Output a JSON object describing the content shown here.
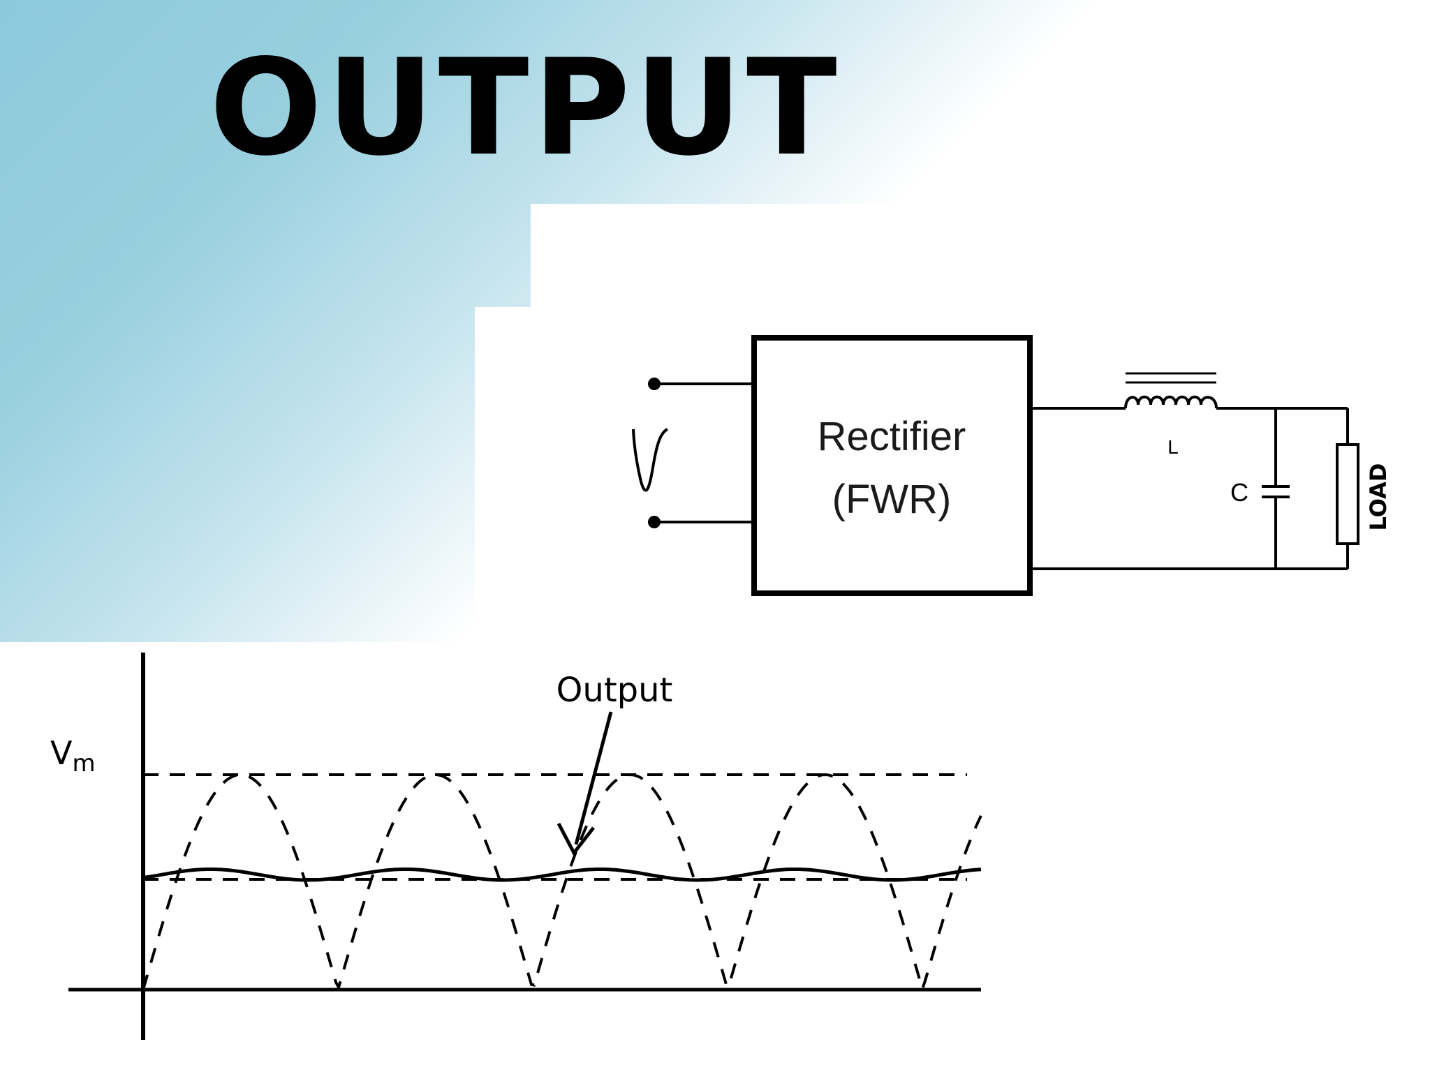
{
  "slide": {
    "title": "OUTPUT",
    "background_colors": {
      "gradient_start": "#8ccadb",
      "gradient_end": "#ffffff"
    }
  },
  "circuit": {
    "block_line1": "Rectifier",
    "block_line2": "(FWR)",
    "inductor_label": "L",
    "capacitor_label": "C",
    "load_label": "LOAD",
    "source_icon": "ac-sine-source-icon"
  },
  "waveform": {
    "peak_label_base": "V",
    "peak_label_sub": "m",
    "output_label": "Output",
    "half_cycles": 4,
    "peak_relative": 1.0,
    "ripple_upper_relative": 0.55,
    "ripple_lower_relative": 0.52
  }
}
